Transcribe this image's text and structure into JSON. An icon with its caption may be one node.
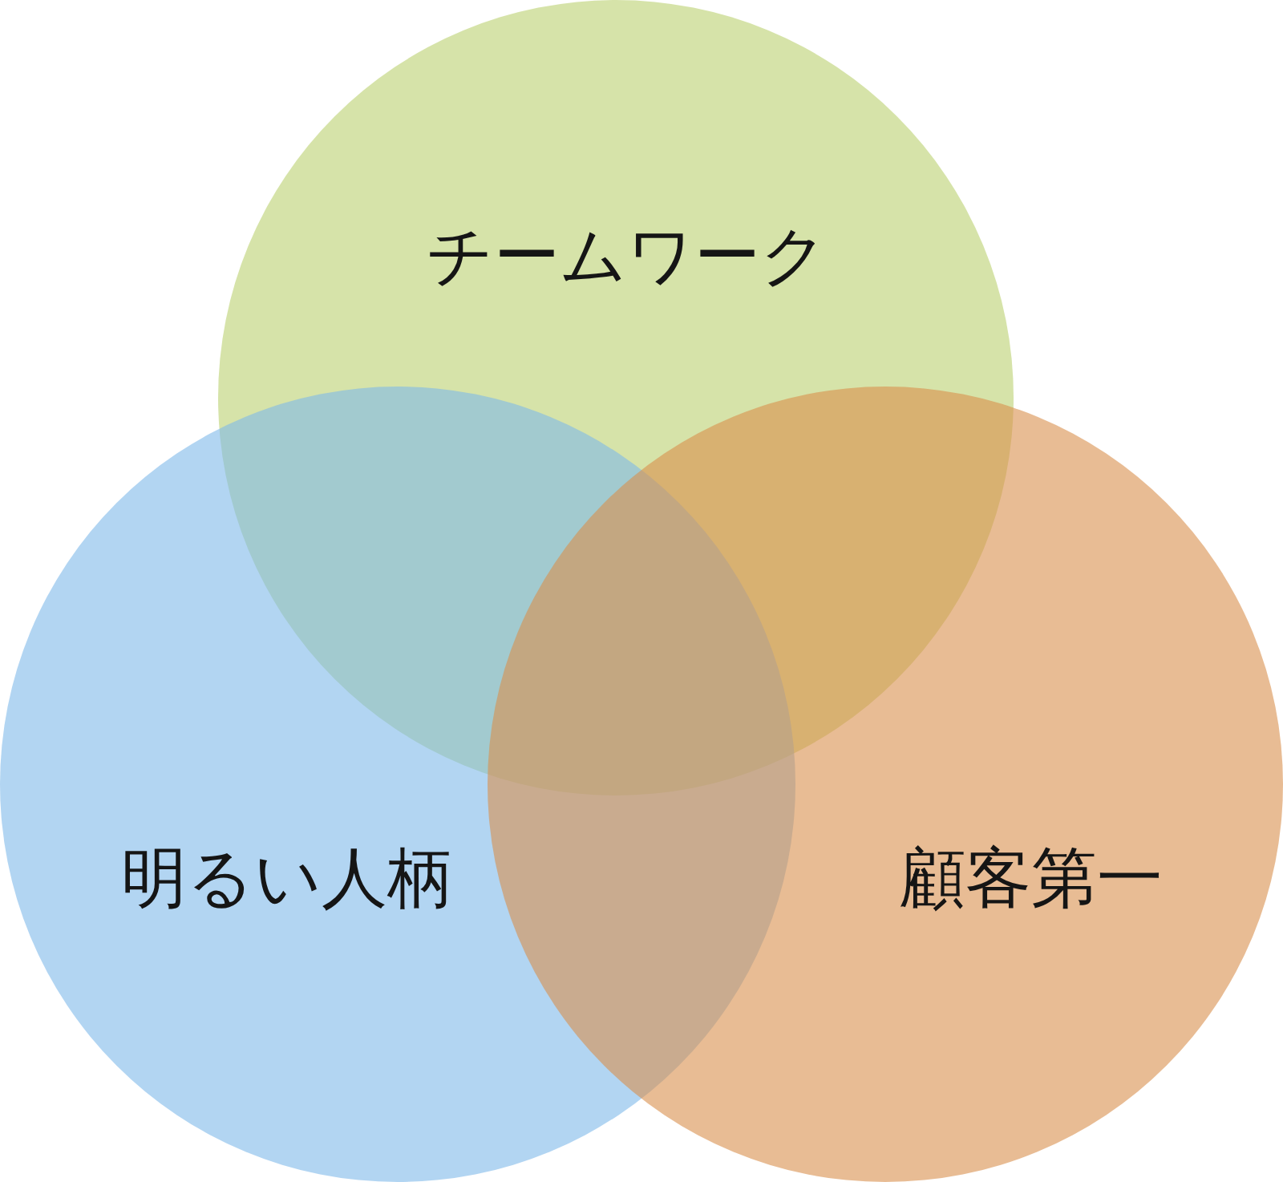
{
  "diagram": {
    "nodes": [
      {
        "text": [
          "チームワーク"
        ]
      },
      {
        "text": [
          "明るい人柄"
        ]
      },
      {
        "text": [
          "顧客第一"
        ]
      }
    ]
  }
}
